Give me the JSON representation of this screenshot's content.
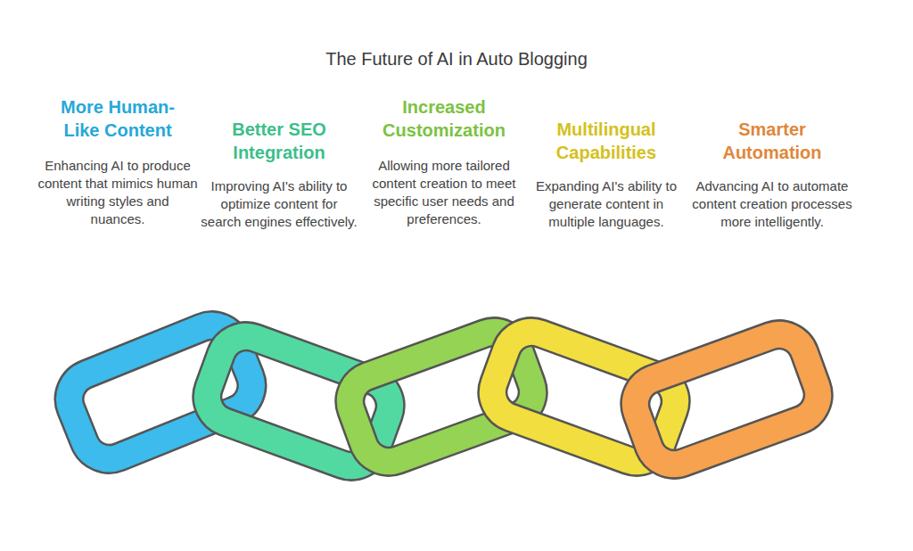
{
  "diagram": {
    "title": "The Future of AI in Auto Blogging",
    "labels": [
      "More Human-Like Content",
      "Enhancing AI to produce content that mimics human writing styles and nuances.",
      "Better SEO Integration",
      "Improving AI's ability to optimize content for search engines effectively.",
      "Increased Customization",
      "Allowing more tailored content creation to meet specific user needs and preferences.",
      "Multilingual Capabilities",
      "Expanding AI's ability to generate content in multiple languages.",
      "Smarter Automation",
      "Advancing AI to automate content creation processes more intelligently."
    ]
  }
}
